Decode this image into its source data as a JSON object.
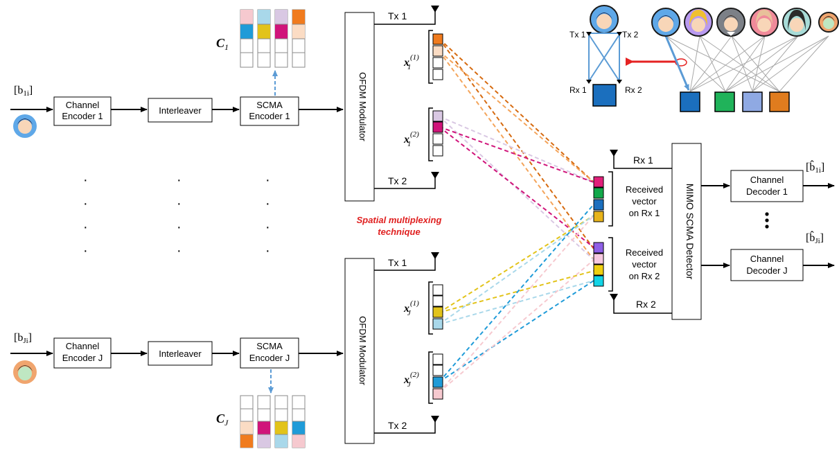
{
  "encoders_top": {
    "input_label": "[b",
    "input_sub": "1i",
    "channel_encoder": [
      "Channel",
      "Encoder 1"
    ],
    "interleaver": "Interleaver",
    "scma_encoder": [
      "SCMA",
      "Encoder 1"
    ],
    "codebook_label": "C",
    "codebook_sub": "1"
  },
  "encoders_bottom": {
    "input_label": "[b",
    "input_sub": "Ji",
    "channel_encoder": [
      "Channel",
      "Encoder J"
    ],
    "interleaver": "Interleaver",
    "scma_encoder": [
      "SCMA",
      "Encoder J"
    ],
    "codebook_label": "C",
    "codebook_sub": "J"
  },
  "ofdm_label": "OFDM Modulator",
  "tx_labels": {
    "tx1": "Tx 1",
    "tx2": "Tx 2"
  },
  "rx_labels": {
    "rx1": "Rx 1",
    "rx2": "Rx 2"
  },
  "x_labels": {
    "x11": {
      "base": "x",
      "sup": "(1)",
      "sub": "1"
    },
    "x12": {
      "base": "x",
      "sup": "(2)",
      "sub": "1"
    },
    "xJ1": {
      "base": "x",
      "sup": "(1)",
      "sub": "J"
    },
    "xJ2": {
      "base": "x",
      "sup": "(2)",
      "sub": "J"
    }
  },
  "spatial_label": [
    "Spatial multiplexing",
    "technique"
  ],
  "received": {
    "rx1": [
      "Received",
      "vector",
      "on Rx 1"
    ],
    "rx2": [
      "Received",
      "vector",
      "on Rx 2"
    ]
  },
  "detector_label": "MIMO SCMA Detector",
  "decoders": {
    "d1": [
      "Channel",
      "Decoder 1"
    ],
    "dJ": [
      "Channel",
      "Decoder J"
    ],
    "out1_base": "[b̂",
    "out1_sub": "1i",
    "out1_end": "]",
    "outJ_base": "[b̂",
    "outJ_sub": "Ji",
    "outJ_end": "]"
  },
  "inset": {
    "tx1": "Tx 1",
    "tx2": "Tx 2",
    "rx1": "Rx 1",
    "rx2": "Rx 2"
  },
  "dots": "·",
  "colors": {
    "orange": "#f07b1e",
    "peach": "#fbdcc4",
    "pink_light": "#f6c9cf",
    "cyan_light": "#a9d8ea",
    "lavender": "#d9c8e3",
    "blue": "#1f9bd8",
    "yellow": "#e2c31a",
    "magenta": "#d0147a",
    "red": "#e53232",
    "green": "#12a84a",
    "dark_blue": "#1b6fbe",
    "purple": "#8e5fe6",
    "cyan": "#12d4e6",
    "dk_orange": "#d66a0f",
    "inset_green": "#20b35a",
    "inset_periwinkle": "#8fa9e3",
    "inset_orange": "#e07c1e"
  }
}
